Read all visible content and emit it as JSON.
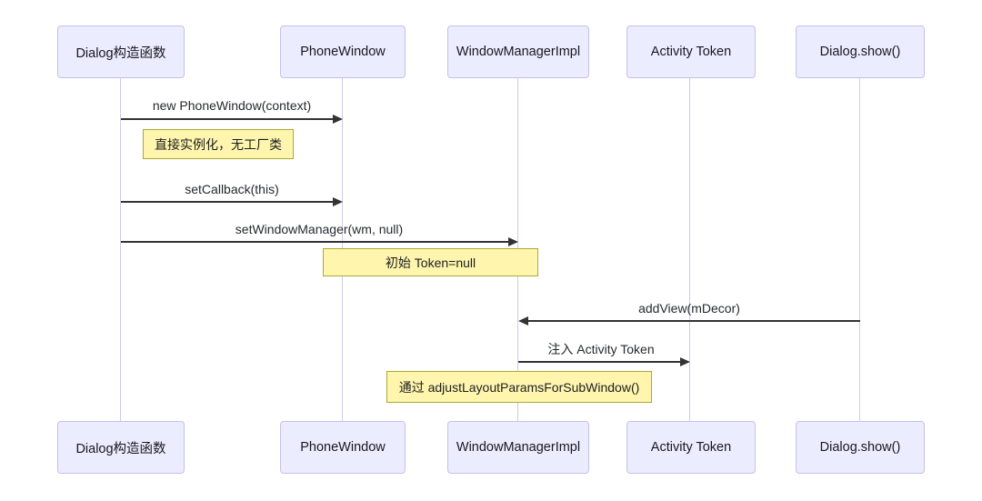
{
  "diagram": {
    "type": "sequence-diagram",
    "background": "#ffffff",
    "colors": {
      "participant_fill": "#ececff",
      "participant_border": "#c5c0ec",
      "lifeline": "#d0c9ee",
      "note_fill": "#fff5ad",
      "note_border": "#aaaa33",
      "arrow": "#333333",
      "text": "#1f2328"
    },
    "actors": [
      {
        "label": "Dialog构造函数"
      },
      {
        "label": "PhoneWindow"
      },
      {
        "label": "WindowManagerImpl"
      },
      {
        "label": "Activity Token"
      },
      {
        "label": "Dialog.show()"
      }
    ],
    "messages": [
      {
        "label": "new PhoneWindow(context)",
        "from": "Dialog构造函数",
        "to": "PhoneWindow",
        "direction": "right"
      },
      {
        "label": "setCallback(this)",
        "from": "Dialog构造函数",
        "to": "PhoneWindow",
        "direction": "right"
      },
      {
        "label": "setWindowManager(wm, null)",
        "from": "Dialog构造函数",
        "to": "WindowManagerImpl",
        "direction": "right"
      },
      {
        "label": "addView(mDecor)",
        "from": "Dialog.show()",
        "to": "WindowManagerImpl",
        "direction": "left"
      },
      {
        "label": "注入 Activity Token",
        "from": "WindowManagerImpl",
        "to": "Activity Token",
        "direction": "right"
      }
    ],
    "notes": [
      {
        "label": "直接实例化，无工厂类",
        "anchor": "Dialog构造函数/PhoneWindow"
      },
      {
        "label": "初始 Token=null",
        "anchor": "PhoneWindow/WindowManagerImpl"
      },
      {
        "label": "通过 adjustLayoutParamsForSubWindow()",
        "anchor": "WindowManagerImpl"
      }
    ]
  }
}
